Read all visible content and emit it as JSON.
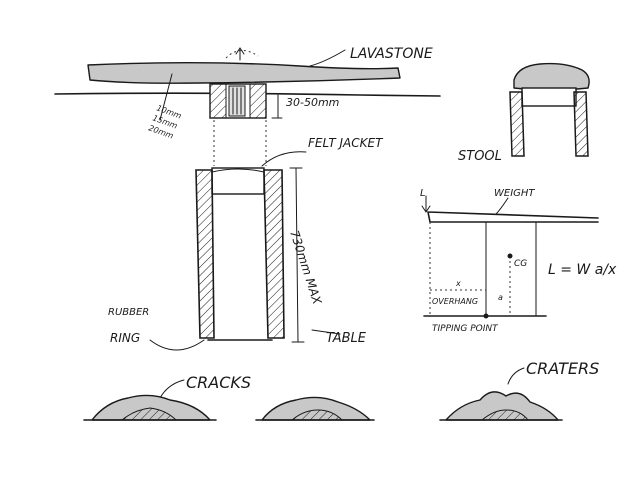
{
  "labels": {
    "lavastone": "LAVASTONE",
    "gap_sizes": [
      "10mm",
      "15mm",
      "20mm"
    ],
    "gap_height": "30-50mm",
    "felt_jacket": "FELT JACKET",
    "leg_height": "730mm MAX",
    "rubber": "RUBBER",
    "ring": "RING",
    "table": "TABLE",
    "stool": "STOOL",
    "weight": "WEIGHT",
    "load": "L",
    "cg": "CG",
    "formula": "L = W a/x",
    "overhang": "OVERHANG",
    "x": "x",
    "a": "a",
    "tipping_point": "TIPPING POINT",
    "cracks": "CRACKS",
    "craters": "CRATERS"
  },
  "colors": {
    "ink": "#1a1a1a",
    "stone_fill": "#c8c8c8",
    "background": "#ffffff"
  }
}
